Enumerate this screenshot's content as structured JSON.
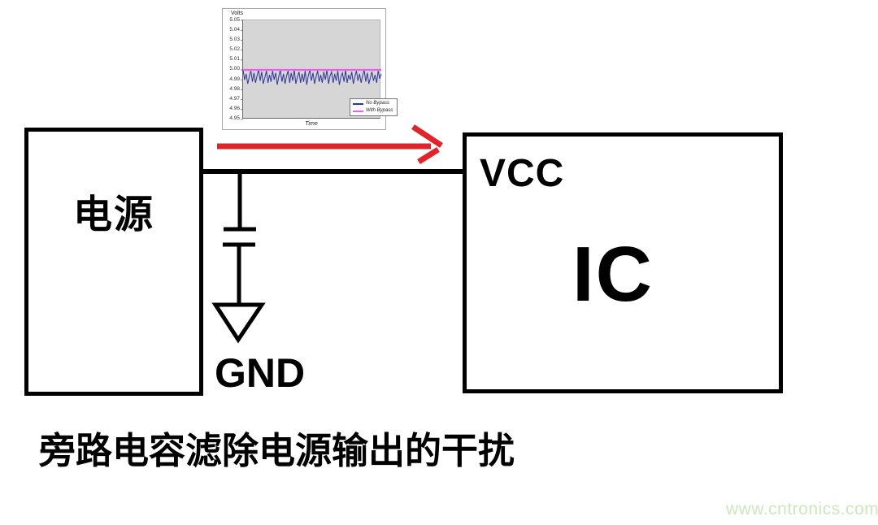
{
  "colors": {
    "arrow_red": "#e2242a",
    "watermark_green": "#cbe7bc",
    "box_border": "#000000",
    "chart_plot_bg": "#d6d6d6",
    "no_bypass_line": "#32329b",
    "with_bypass_line": "#ee5fee"
  },
  "power_box": {
    "label": "电源"
  },
  "ic_box": {
    "vcc_label": "VCC",
    "label": "IC"
  },
  "ground": {
    "label": "GND"
  },
  "caption": "旁路电容滤除电源输出的干扰",
  "watermark": "www.cntronics.com",
  "chart_data": {
    "type": "line",
    "title": "",
    "ylabel": "Volts",
    "xlabel": "Time",
    "ylim": [
      4.95,
      5.05
    ],
    "yticks": [
      "5.05",
      "5.04",
      "5.03",
      "5.02",
      "5.01",
      "5.00",
      "4.99",
      "4.98",
      "4.97",
      "4.96",
      "4.95"
    ],
    "grid": false,
    "legend_position": "lower-right",
    "series": [
      {
        "name": "No Bypass",
        "color": "#32329b",
        "width": 1,
        "values": [
          5.0,
          4.99,
          4.996,
          4.986,
          4.993,
          4.999,
          4.988,
          4.997,
          4.987,
          4.994,
          5.0,
          4.989,
          4.998,
          4.986,
          4.992,
          4.999,
          4.987,
          4.995,
          4.988,
          4.999,
          4.99,
          4.997,
          4.985,
          4.993,
          5.0,
          4.988,
          4.996,
          4.986,
          4.994,
          4.999,
          4.987,
          4.997,
          4.989,
          5.0,
          4.986,
          4.993,
          4.998,
          4.987,
          4.996,
          4.988,
          4.999,
          4.985,
          4.994,
          5.0,
          4.989,
          4.997,
          4.986,
          4.993,
          4.999,
          4.988,
          4.995,
          4.987,
          4.998,
          4.99,
          5.0,
          4.986,
          4.994,
          4.998,
          4.987,
          4.996,
          4.989,
          4.999,
          4.985,
          4.993,
          4.997,
          4.988,
          5.0,
          4.987,
          4.995,
          4.99,
          4.998,
          4.986,
          4.993,
          4.999,
          4.989,
          4.996,
          4.987,
          4.994,
          5.0,
          4.988,
          4.997,
          4.986,
          4.992,
          4.998,
          4.989,
          4.995,
          4.987,
          4.999,
          4.991,
          4.996
        ]
      },
      {
        "name": "With Bypass",
        "color": "#ee5fee",
        "width": 2.2,
        "values": [
          5.0,
          5.0
        ]
      }
    ]
  }
}
